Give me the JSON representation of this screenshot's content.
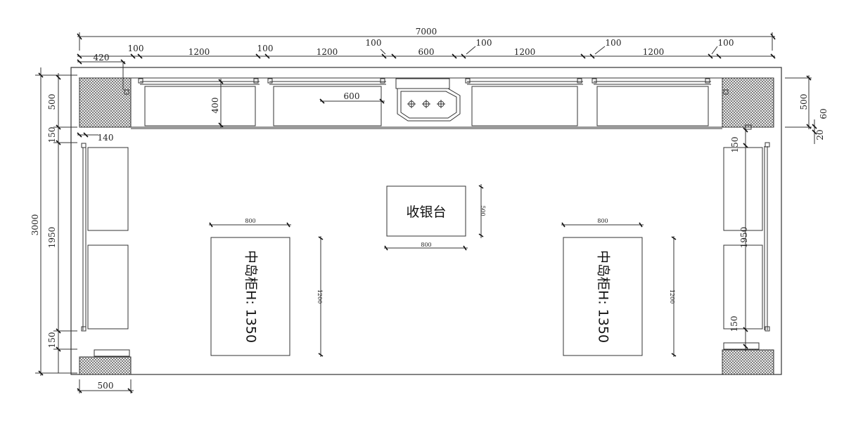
{
  "dimensions": {
    "overall_width": "7000",
    "top_100_a": "100",
    "top_1200_a": "1200",
    "top_100_b": "100",
    "top_1200_b": "1200",
    "top_100_c": "100",
    "top_600": "600",
    "top_100_d": "100",
    "top_1200_c": "1200",
    "top_100_e": "100",
    "top_1200_d": "1200",
    "top_100_f": "100",
    "left_420": "420",
    "cabinet_depth_400": "400",
    "sink_600": "600",
    "left_140": "140",
    "left_total_3000": "3000",
    "left_500": "500",
    "left_150_top": "150",
    "left_1950": "1950",
    "left_150_bottom": "150",
    "bottom_500": "500",
    "right_500": "500",
    "right_20": "20",
    "right_60": "60",
    "right_150_top": "150",
    "right_1950": "1950",
    "right_150_bottom": "150",
    "cashier_width": "800",
    "cashier_depth": "500",
    "island_left_width": "800",
    "island_left_length": "1200",
    "island_right_width": "800",
    "island_right_length": "1200"
  },
  "labels": {
    "cashier": "收银台",
    "island_left": "中岛柜H: 1350",
    "island_right": "中岛柜H: 1350"
  },
  "colors": {
    "line": "#333333",
    "hatch": "#555555",
    "background": "#ffffff"
  }
}
